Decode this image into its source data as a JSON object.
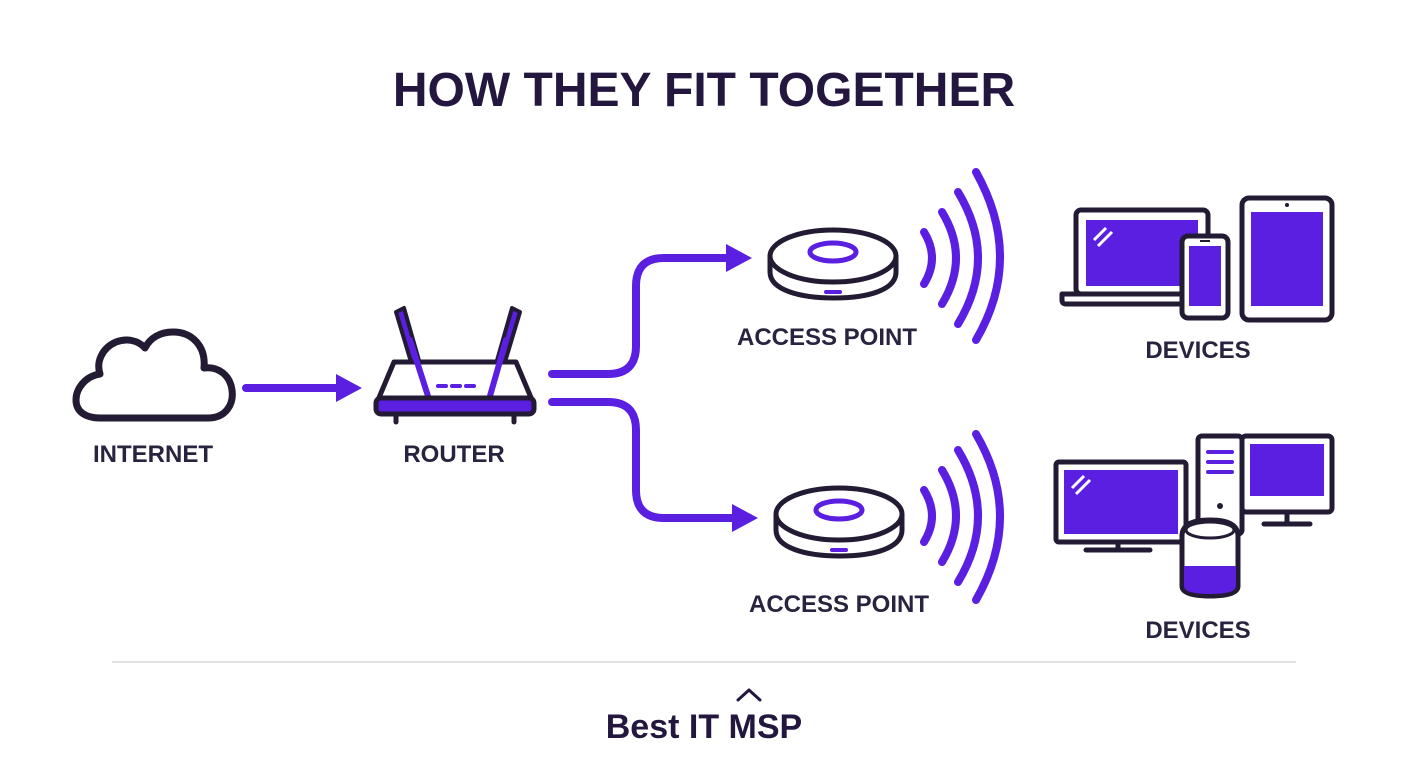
{
  "title": "HOW THEY FIT TOGETHER",
  "nodes": {
    "internet": "INTERNET",
    "router": "ROUTER",
    "access_point_top": "ACCESS POINT",
    "access_point_bottom": "ACCESS POINT",
    "devices_top": "DEVICES",
    "devices_bottom": "DEVICES"
  },
  "footer": {
    "logo": "Best IT MSP"
  },
  "icons": {
    "internet": "cloud-icon",
    "router": "router-icon",
    "access_point": "access-point-icon",
    "signal": "wifi-signal-icon",
    "devices_top": [
      "laptop-icon",
      "phone-icon",
      "tablet-icon"
    ],
    "devices_bottom": [
      "tv-icon",
      "desktop-tower-icon",
      "monitor-icon",
      "smart-speaker-icon"
    ]
  },
  "colors": {
    "accent": "#5a1fe0",
    "outline": "#231a33",
    "text": "#23173f"
  }
}
